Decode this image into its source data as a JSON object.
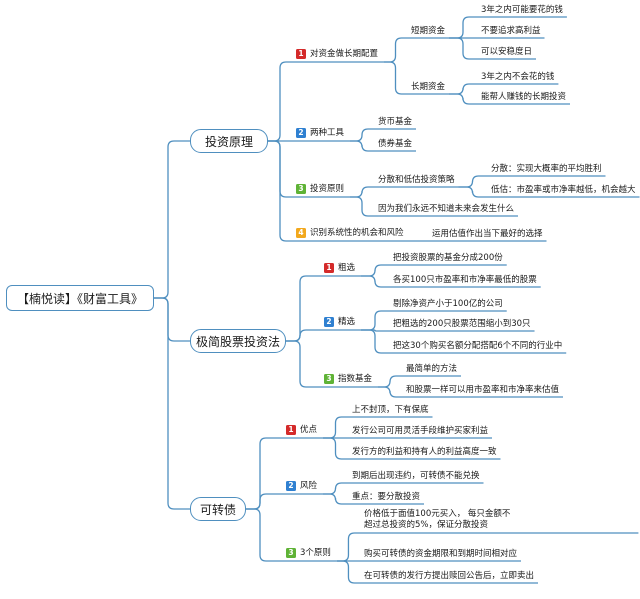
{
  "root": "【楠悦读】《财富工具》",
  "colors": {
    "line": "#4f8fbf",
    "b1": "#d42a2a",
    "b2": "#2f80d1",
    "b3": "#5fb336",
    "b4": "#f2a81d"
  },
  "branches": [
    {
      "label": "投资原理",
      "children": [
        {
          "num": "1",
          "label": "对资金做长期配置",
          "children": [
            {
              "label": "短期资金",
              "children": [
                {
                  "label": "3年之内可能要花的钱"
                },
                {
                  "label": "不要追求高利益"
                },
                {
                  "label": "可以安稳度日"
                }
              ]
            },
            {
              "label": "长期资金",
              "children": [
                {
                  "label": "3年之内不会花的钱"
                },
                {
                  "label": "能帮人赚钱的长期投资"
                }
              ]
            }
          ]
        },
        {
          "num": "2",
          "label": "两种工具",
          "children": [
            {
              "label": "货币基金"
            },
            {
              "label": "债券基金"
            }
          ]
        },
        {
          "num": "3",
          "label": "投资原则",
          "children": [
            {
              "label": "分散和低估投资策略",
              "children": [
                {
                  "label": "分散：实现大概率的平均胜利"
                },
                {
                  "label": "低估：市盈率或市净率越低，机会越大"
                }
              ]
            },
            {
              "label": "因为我们永远不知道未来会发生什么"
            }
          ]
        },
        {
          "num": "4",
          "label": "识别系统性的机会和风险",
          "children": [
            {
              "label": "运用估值作出当下最好的选择"
            }
          ]
        }
      ]
    },
    {
      "label": "极简股票投资法",
      "children": [
        {
          "num": "1",
          "label": "粗选",
          "children": [
            {
              "label": "把投资股票的基金分成200份"
            },
            {
              "label": "各买100只市盈率和市净率最低的股票"
            }
          ]
        },
        {
          "num": "2",
          "label": "精选",
          "children": [
            {
              "label": "剔除净资产小于100亿的公司"
            },
            {
              "label": "把粗选的200只股票范围缩小到30只"
            },
            {
              "label": "把这30个购买名额分配搭配6个不同的行业中"
            }
          ]
        },
        {
          "num": "3",
          "label": "指数基金",
          "children": [
            {
              "label": "最简单的方法"
            },
            {
              "label": "和股票一样可以用市盈率和市净率来估值"
            }
          ]
        }
      ]
    },
    {
      "label": "可转债",
      "children": [
        {
          "num": "1",
          "label": "优点",
          "children": [
            {
              "label": "上不封顶，下有保底"
            },
            {
              "label": "发行公司可用灵活手段维护买家利益"
            },
            {
              "label": "发行方的利益和持有人的利益高度一致"
            }
          ]
        },
        {
          "num": "2",
          "label": "风险",
          "children": [
            {
              "label": "到期后出现违约，可转债不能兑换"
            },
            {
              "label": "重点：要分散投资"
            }
          ]
        },
        {
          "num": "3",
          "label": "3个原则",
          "children": [
            {
              "label": "价格低于面值100元买入， 每只金额不超过总投资的5%，保证分散投资"
            },
            {
              "label": "购买可转债的资金期限和到期时间相对应"
            },
            {
              "label": "在可转债的发行方提出赎回公告后，立即卖出"
            }
          ]
        }
      ]
    }
  ]
}
